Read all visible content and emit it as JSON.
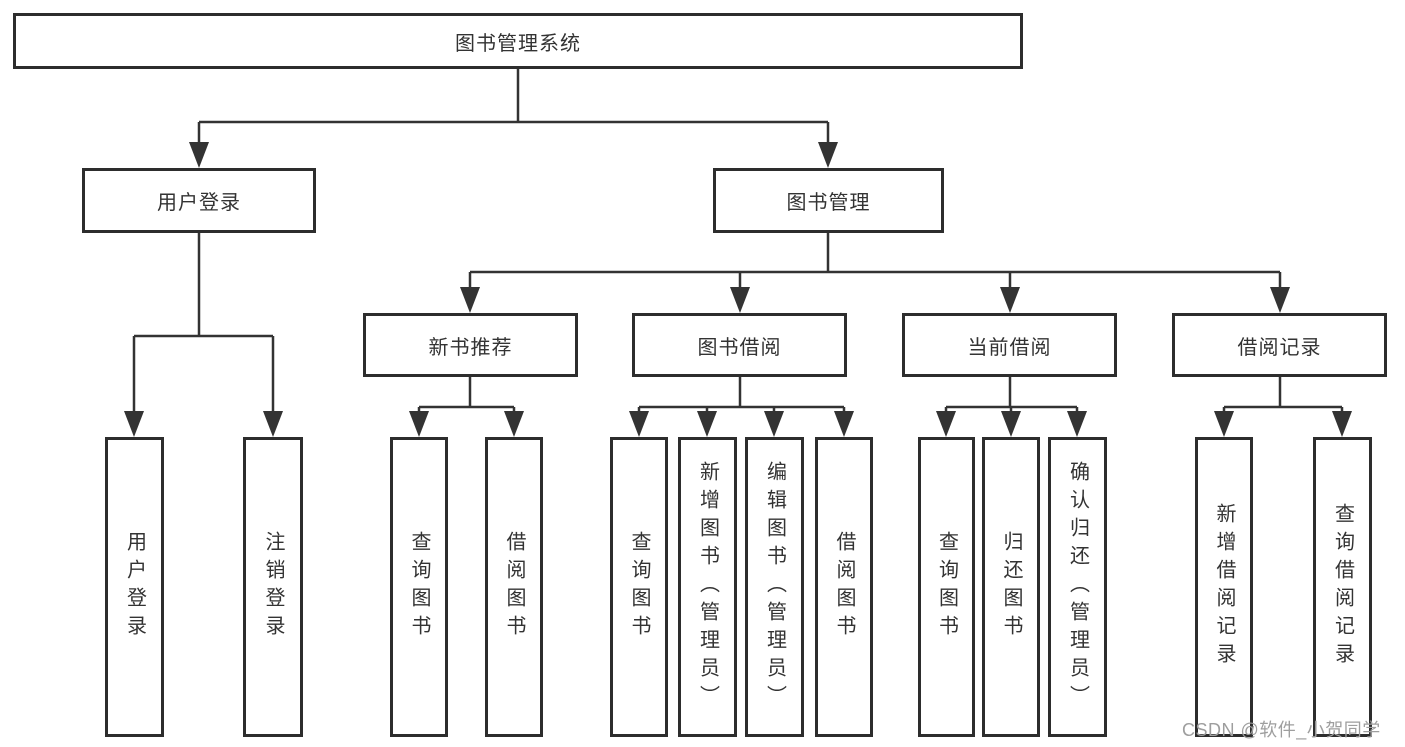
{
  "diagram": {
    "root": {
      "label": "图书管理系统"
    },
    "level2": [
      {
        "label": "用户登录"
      },
      {
        "label": "图书管理"
      }
    ],
    "level3": [
      {
        "label": "新书推荐"
      },
      {
        "label": "图书借阅"
      },
      {
        "label": "当前借阅"
      },
      {
        "label": "借阅记录"
      }
    ],
    "leaves": [
      {
        "label": "用户登录"
      },
      {
        "label": "注销登录"
      },
      {
        "label": "查询图书"
      },
      {
        "label": "借阅图书"
      },
      {
        "label": "查询图书"
      },
      {
        "label": "新增图书（管理员）"
      },
      {
        "label": "编辑图书（管理员）"
      },
      {
        "label": "借阅图书"
      },
      {
        "label": "查询图书"
      },
      {
        "label": "归还图书"
      },
      {
        "label": "确认归还（管理员）"
      },
      {
        "label": "新增借阅记录"
      },
      {
        "label": "查询借阅记录"
      }
    ]
  },
  "watermark": {
    "text": "CSDN @软件_小贺同学"
  },
  "colors": {
    "line": "#333333",
    "border": "#2d2d2d",
    "text": "#333333",
    "watermark": "#9e9e9e",
    "background": "#ffffff"
  }
}
